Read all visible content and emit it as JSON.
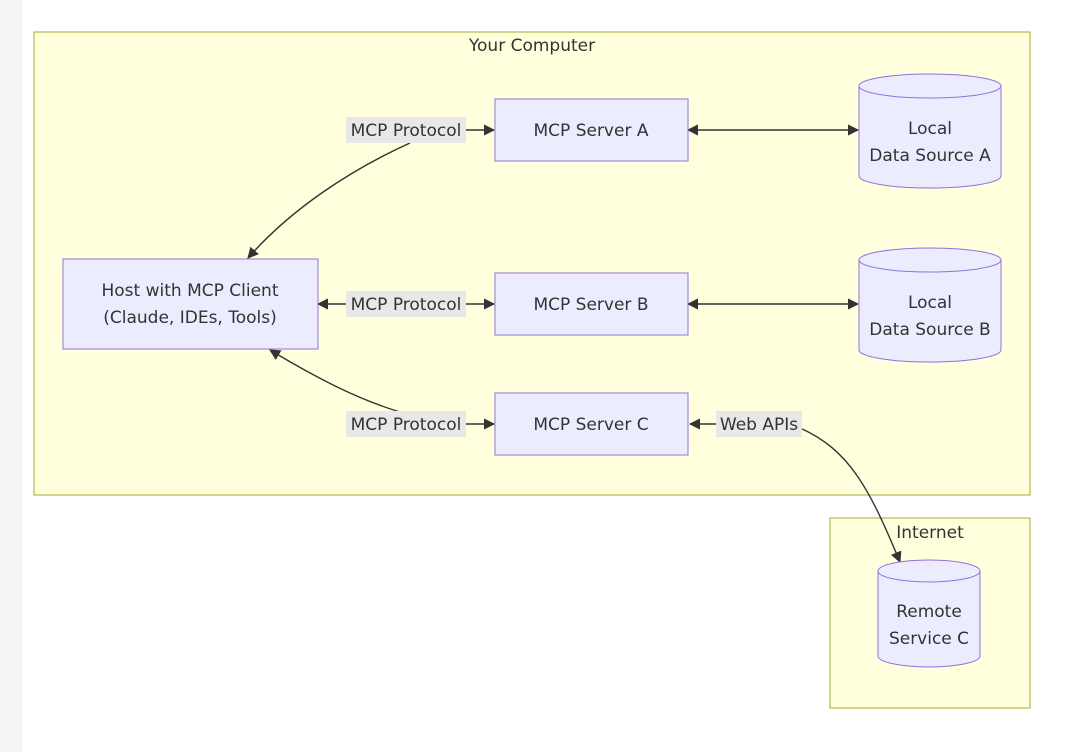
{
  "clusters": {
    "computer": "Your Computer",
    "internet": "Internet"
  },
  "nodes": {
    "host": [
      "Host with MCP Client",
      "(Claude, IDEs, Tools)"
    ],
    "server_a": "MCP Server A",
    "server_b": "MCP Server B",
    "server_c": "MCP Server C",
    "source_a": [
      "Local",
      "Data Source A"
    ],
    "source_b": [
      "Local",
      "Data Source B"
    ],
    "remote_c": [
      "Remote",
      "Service C"
    ]
  },
  "edge_labels": {
    "protocol_a": "MCP Protocol",
    "protocol_b": "MCP Protocol",
    "protocol_c": "MCP Protocol",
    "web_apis": "Web APIs"
  },
  "colors": {
    "cluster_fill": "#ffffde",
    "cluster_stroke": "#aaaa33",
    "node_fill": "#ececff",
    "node_stroke": "#9370db",
    "edge": "#333333",
    "edge_label_bg": "#e8e8e8"
  }
}
